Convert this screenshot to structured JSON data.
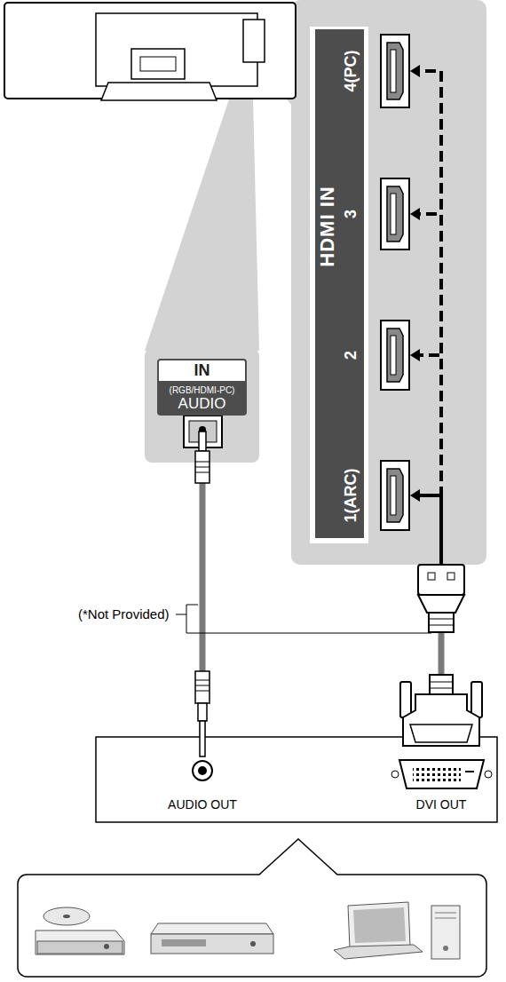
{
  "diagram": {
    "nodes": [
      {
        "text": [
          "HDMI IN"
        ]
      },
      {
        "text": [
          "4(PC)"
        ]
      },
      {
        "text": [
          "3"
        ]
      },
      {
        "text": [
          "2"
        ]
      },
      {
        "text": [
          "1(ARC)"
        ]
      },
      {
        "text": [
          "IN",
          "(RGB/HDMI-PC)",
          "AUDIO"
        ]
      },
      {
        "text": [
          "AUDIO OUT",
          "DVI OUT"
        ]
      }
    ],
    "edges": [
      {
        "from": 6,
        "to": 4,
        "arrow": "to"
      },
      {
        "from": 6,
        "to": 3,
        "arrow": "to"
      },
      {
        "from": 6,
        "to": 2,
        "arrow": "to"
      },
      {
        "from": 6,
        "to": 1,
        "arrow": "to"
      },
      {
        "from": 6,
        "to": 5,
        "arrow": "none"
      }
    ],
    "labels": [
      "(*Not Provided)"
    ]
  }
}
